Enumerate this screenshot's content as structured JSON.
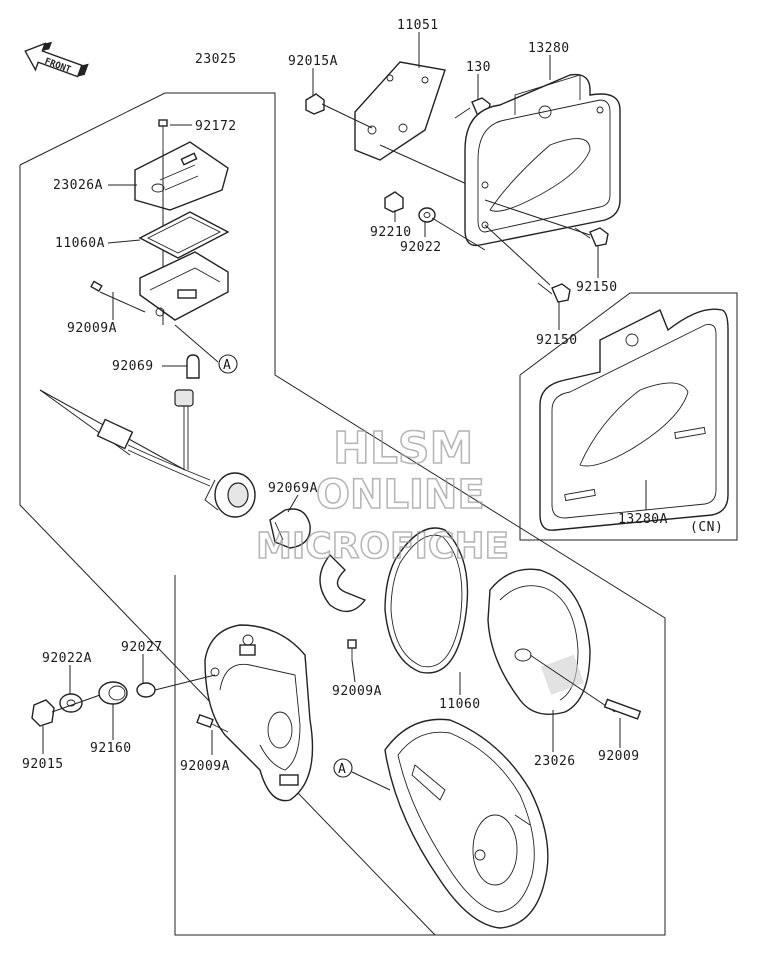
{
  "front_arrow_label": "FRONT",
  "callout_a": "A",
  "parts": {
    "p23025": "23025",
    "p92172": "92172",
    "p23026A": "23026A",
    "p11060A": "11060A",
    "p92009A_1": "92009A",
    "p92069": "92069",
    "p11051": "11051",
    "p92015A": "92015A",
    "p130": "130",
    "p13280": "13280",
    "p92210": "92210",
    "p92022": "92022",
    "p92150_1": "92150",
    "p92150_2": "92150",
    "p92069A": "92069A",
    "p13280A": "13280A",
    "pCN": "(CN)",
    "p92022A": "92022A",
    "p92027": "92027",
    "p92015": "92015",
    "p92160": "92160",
    "p92009A_2": "92009A",
    "p92009A_3": "92009A",
    "p11060": "11060",
    "p23026": "23026",
    "p92009": "92009"
  },
  "watermark": {
    "line1": "HLSM",
    "line2": "ONLINE",
    "line3": "MICROFICHE"
  }
}
